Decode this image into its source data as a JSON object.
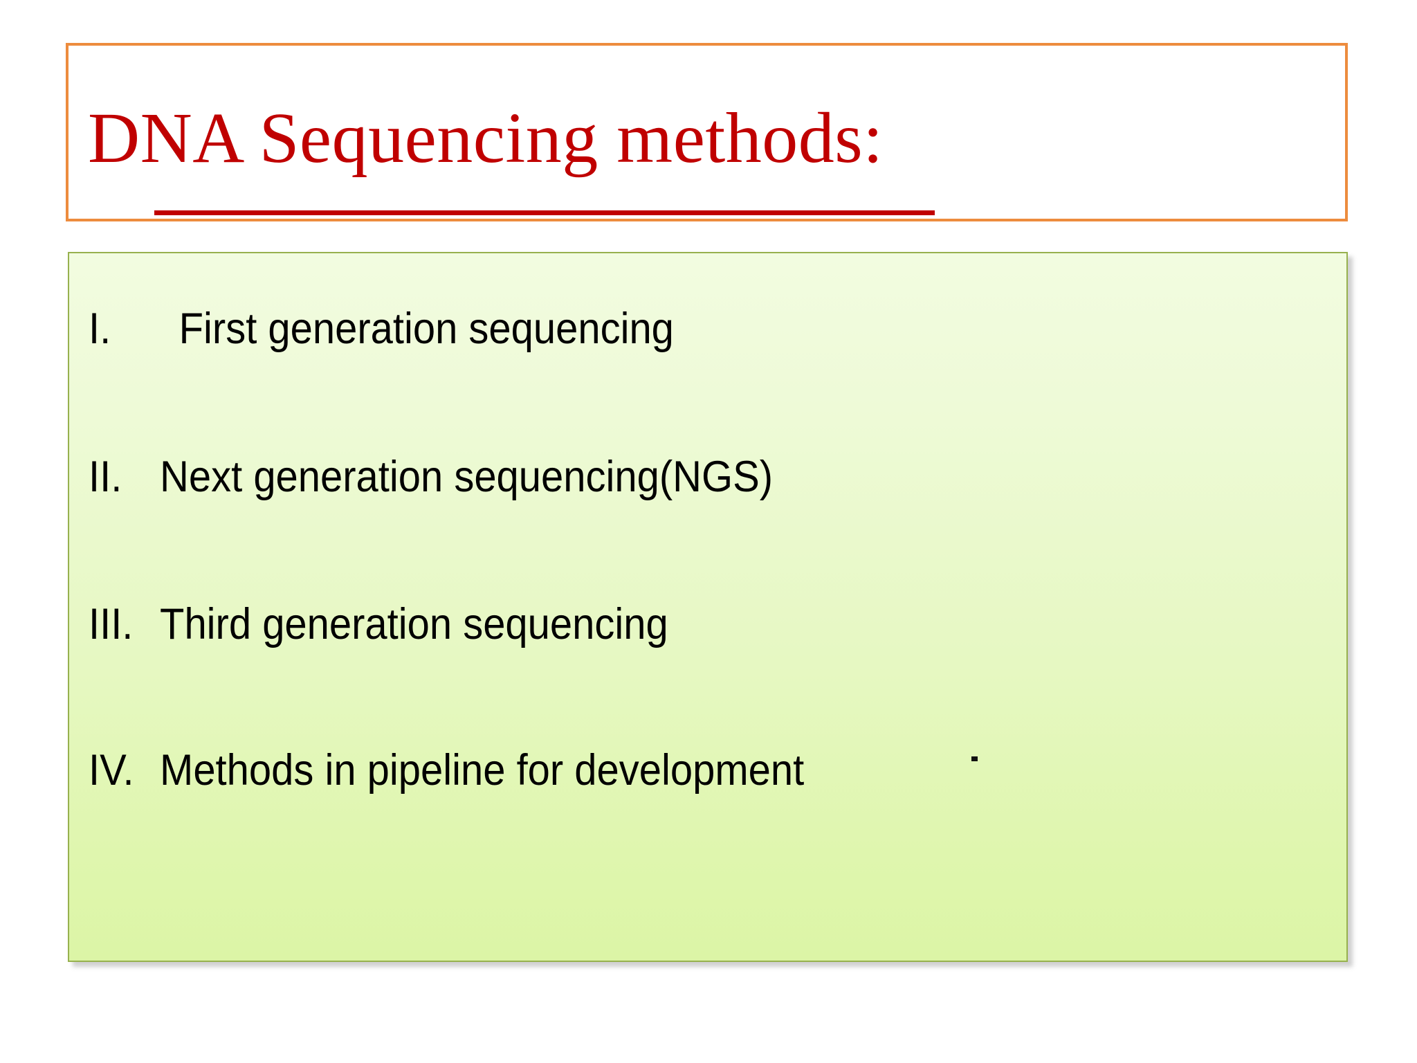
{
  "slide": {
    "title": "DNA Sequencing methods:",
    "title_color": "#C00000",
    "title_border_color": "#ED8C3E",
    "content_border_color": "#97B14E",
    "content_fill_top": "#F2FCE0",
    "content_fill_bottom": "#DCF5A6",
    "background_color": "#FFFFFF"
  },
  "content": {
    "items": [
      {
        "marker": "I.",
        "label": "First generation sequencing"
      },
      {
        "marker": "II.",
        "label": "Next generation sequencing(NGS)"
      },
      {
        "marker": "III.",
        "label": "Third generation sequencing"
      },
      {
        "marker": "IV.",
        "label": "Methods in pipeline for development"
      }
    ]
  }
}
